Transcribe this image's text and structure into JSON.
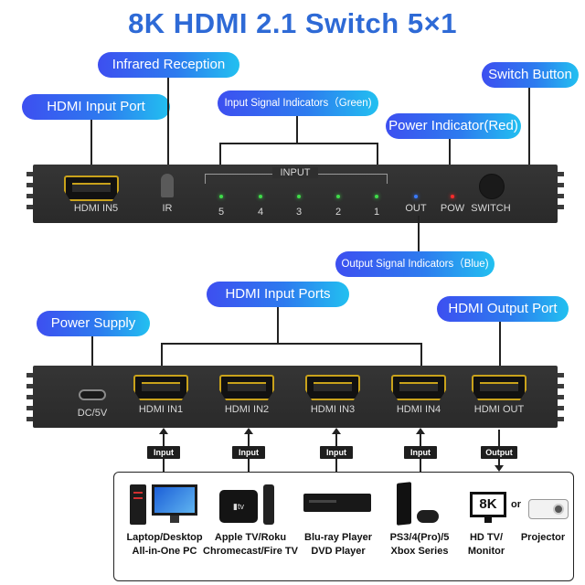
{
  "title": "8K HDMI 2.1 Switch 5×1",
  "callouts": {
    "infrared": "Infrared Reception",
    "hdmi_input_port": "HDMI Input Port",
    "input_signal": "Input Signal Indicators（Green)",
    "switch_button": "Switch Button",
    "power_indicator": "Power Indicator(Red)",
    "output_signal": "Output Signal Indicators（Blue)",
    "hdmi_input_ports": "HDMI Input Ports",
    "power_supply": "Power Supply",
    "hdmi_output_port": "HDMI Output Port"
  },
  "front_panel": {
    "hdmi_in5": "HDMI IN5",
    "ir": "IR",
    "input_group": "INPUT",
    "input_numbers": [
      "5",
      "4",
      "3",
      "2",
      "1"
    ],
    "out": "OUT",
    "pow": "POW",
    "switch": "SWITCH"
  },
  "back_panel": {
    "dc": "DC/5V",
    "ports": [
      "HDMI IN1",
      "HDMI IN2",
      "HDMI IN3",
      "HDMI IN4",
      "HDMI OUT"
    ]
  },
  "arrows": [
    "Input",
    "Input",
    "Input",
    "Input",
    "Output"
  ],
  "devices": [
    {
      "line1": "Laptop/Desktop",
      "line2": "All-in-One PC"
    },
    {
      "line1": "Apple TV/Roku",
      "line2": "Chromecast/Fire TV"
    },
    {
      "line1": "Blu-ray Player",
      "line2": "DVD Player"
    },
    {
      "line1": "PS3/4(Pro)/5",
      "line2": "Xbox Series"
    },
    {
      "line1": "HD TV/",
      "line2": "Monitor"
    },
    {
      "line1": "Projector",
      "line2": ""
    }
  ],
  "tv_badge": "8K",
  "or_text": "or",
  "colors": {
    "green_led": "#3fdc4a",
    "blue_led": "#3a7bff",
    "red_led": "#ff2b2b",
    "port_gold": "#c9a21b"
  }
}
